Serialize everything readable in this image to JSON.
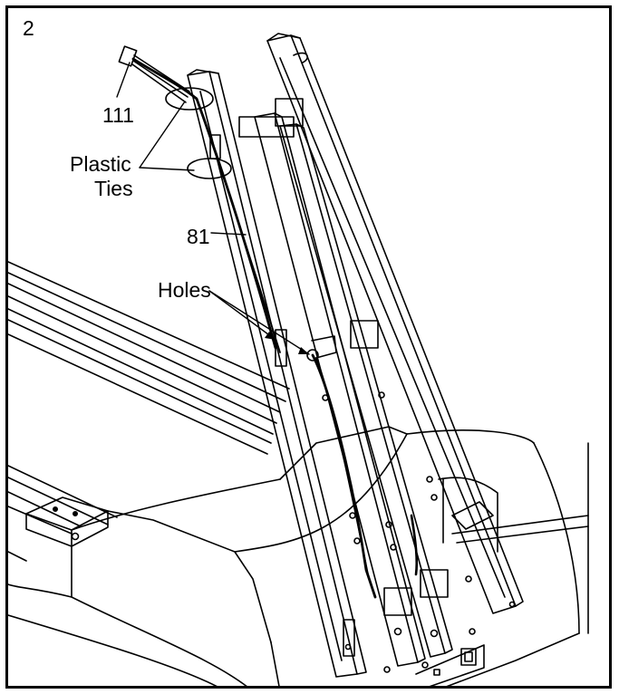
{
  "figure": {
    "step_number": "2",
    "callouts": {
      "part_111": "111",
      "plastic_ties_line1": "Plastic",
      "plastic_ties_line2": "Ties",
      "part_81": "81",
      "holes": "Holes"
    }
  }
}
